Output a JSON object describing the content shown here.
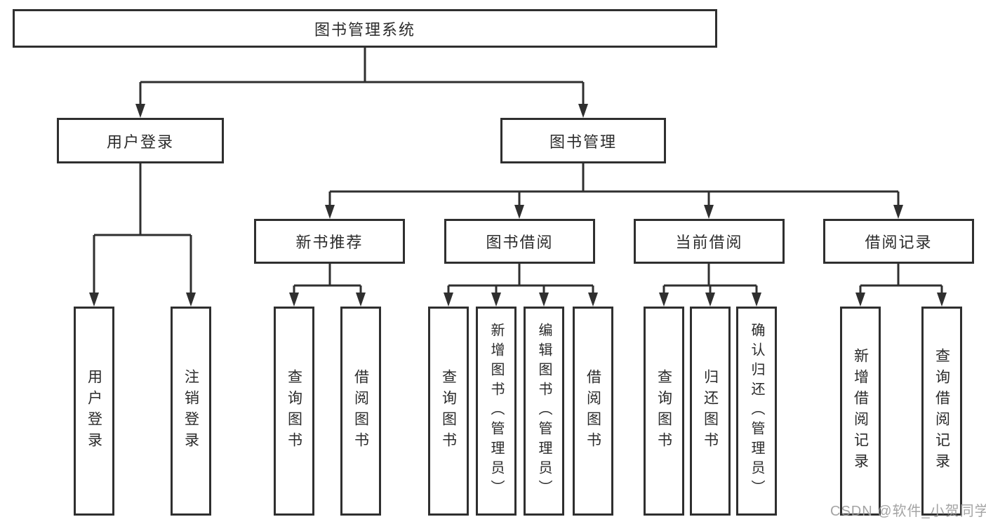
{
  "watermark": "CSDN @软件_小贺同学",
  "colors": {
    "line": "#2f2f2f",
    "box_border": "#2f2f2f",
    "text": "#2b2b2b",
    "watermark": "#9b9b9b",
    "background": "#ffffff"
  },
  "diagram_type": "hierarchy-tree",
  "tree": {
    "root": {
      "label": "图书管理系统",
      "children": [
        {
          "label": "用户登录",
          "children": [
            {
              "label": "用户登录"
            },
            {
              "label": "注销登录"
            }
          ]
        },
        {
          "label": "图书管理",
          "children": [
            {
              "label": "新书推荐",
              "children": [
                {
                  "label": "查询图书"
                },
                {
                  "label": "借阅图书"
                }
              ]
            },
            {
              "label": "图书借阅",
              "children": [
                {
                  "label": "查询图书"
                },
                {
                  "label": "新增图书（管理员）"
                },
                {
                  "label": "编辑图书（管理员）"
                },
                {
                  "label": "借阅图书"
                }
              ]
            },
            {
              "label": "当前借阅",
              "children": [
                {
                  "label": "查询图书"
                },
                {
                  "label": "归还图书"
                },
                {
                  "label": "确认归还（管理员）"
                }
              ]
            },
            {
              "label": "借阅记录",
              "children": [
                {
                  "label": "新增借阅记录"
                },
                {
                  "label": "查询借阅记录"
                }
              ]
            }
          ]
        }
      ]
    }
  }
}
